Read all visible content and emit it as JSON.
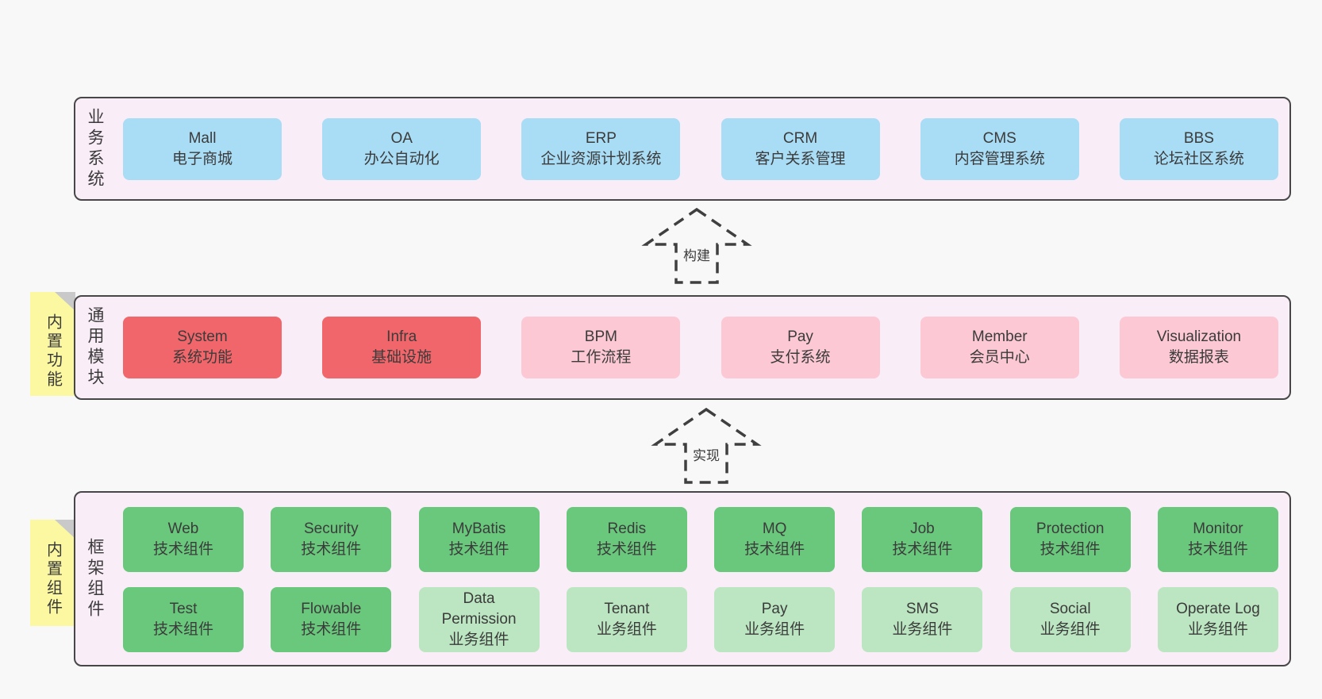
{
  "colors": {
    "page_bg": "#f8f8f8",
    "layer_bg": "#f9edf7",
    "layer_border": "#474747",
    "blue": "#a9dcf5",
    "red": "#f1666a",
    "pink": "#fcc8d3",
    "green": "#69c87c",
    "green_light": "#bce6c1",
    "note_yellow": "#fbf8a1",
    "note_fold": "#c9c9c9",
    "text": "#3b3b3b"
  },
  "notes": [
    {
      "text": "内置功能"
    },
    {
      "text": "内置组件"
    }
  ],
  "arrows": [
    {
      "label": "构建"
    },
    {
      "label": "实现"
    }
  ],
  "layers": [
    {
      "label": "业务系统",
      "boxes": [
        {
          "title": "Mall",
          "subtitle": "电子商城"
        },
        {
          "title": "OA",
          "subtitle": "办公自动化"
        },
        {
          "title": "ERP",
          "subtitle": "企业资源计划系统"
        },
        {
          "title": "CRM",
          "subtitle": "客户关系管理"
        },
        {
          "title": "CMS",
          "subtitle": "内容管理系统"
        },
        {
          "title": "BBS",
          "subtitle": "论坛社区系统"
        }
      ]
    },
    {
      "label": "通用模块",
      "boxes": [
        {
          "title": "System",
          "subtitle": "系统功能"
        },
        {
          "title": "Infra",
          "subtitle": "基础设施"
        },
        {
          "title": "BPM",
          "subtitle": "工作流程"
        },
        {
          "title": "Pay",
          "subtitle": "支付系统"
        },
        {
          "title": "Member",
          "subtitle": "会员中心"
        },
        {
          "title": "Visualization",
          "subtitle": "数据报表"
        }
      ]
    },
    {
      "label": "框架组件",
      "rows": [
        [
          {
            "title": "Web",
            "subtitle": "技术组件"
          },
          {
            "title": "Security",
            "subtitle": "技术组件"
          },
          {
            "title": "MyBatis",
            "subtitle": "技术组件"
          },
          {
            "title": "Redis",
            "subtitle": "技术组件"
          },
          {
            "title": "MQ",
            "subtitle": "技术组件"
          },
          {
            "title": "Job",
            "subtitle": "技术组件"
          },
          {
            "title": "Protection",
            "subtitle": "技术组件"
          },
          {
            "title": "Monitor",
            "subtitle": "技术组件"
          }
        ],
        [
          {
            "title": "Test",
            "subtitle": "技术组件"
          },
          {
            "title": "Flowable",
            "subtitle": "技术组件"
          },
          {
            "title": "Data Permission",
            "subtitle": "业务组件"
          },
          {
            "title": "Tenant",
            "subtitle": "业务组件"
          },
          {
            "title": "Pay",
            "subtitle": "业务组件"
          },
          {
            "title": "SMS",
            "subtitle": "业务组件"
          },
          {
            "title": "Social",
            "subtitle": "业务组件"
          },
          {
            "title": "Operate Log",
            "subtitle": "业务组件"
          }
        ]
      ]
    }
  ]
}
